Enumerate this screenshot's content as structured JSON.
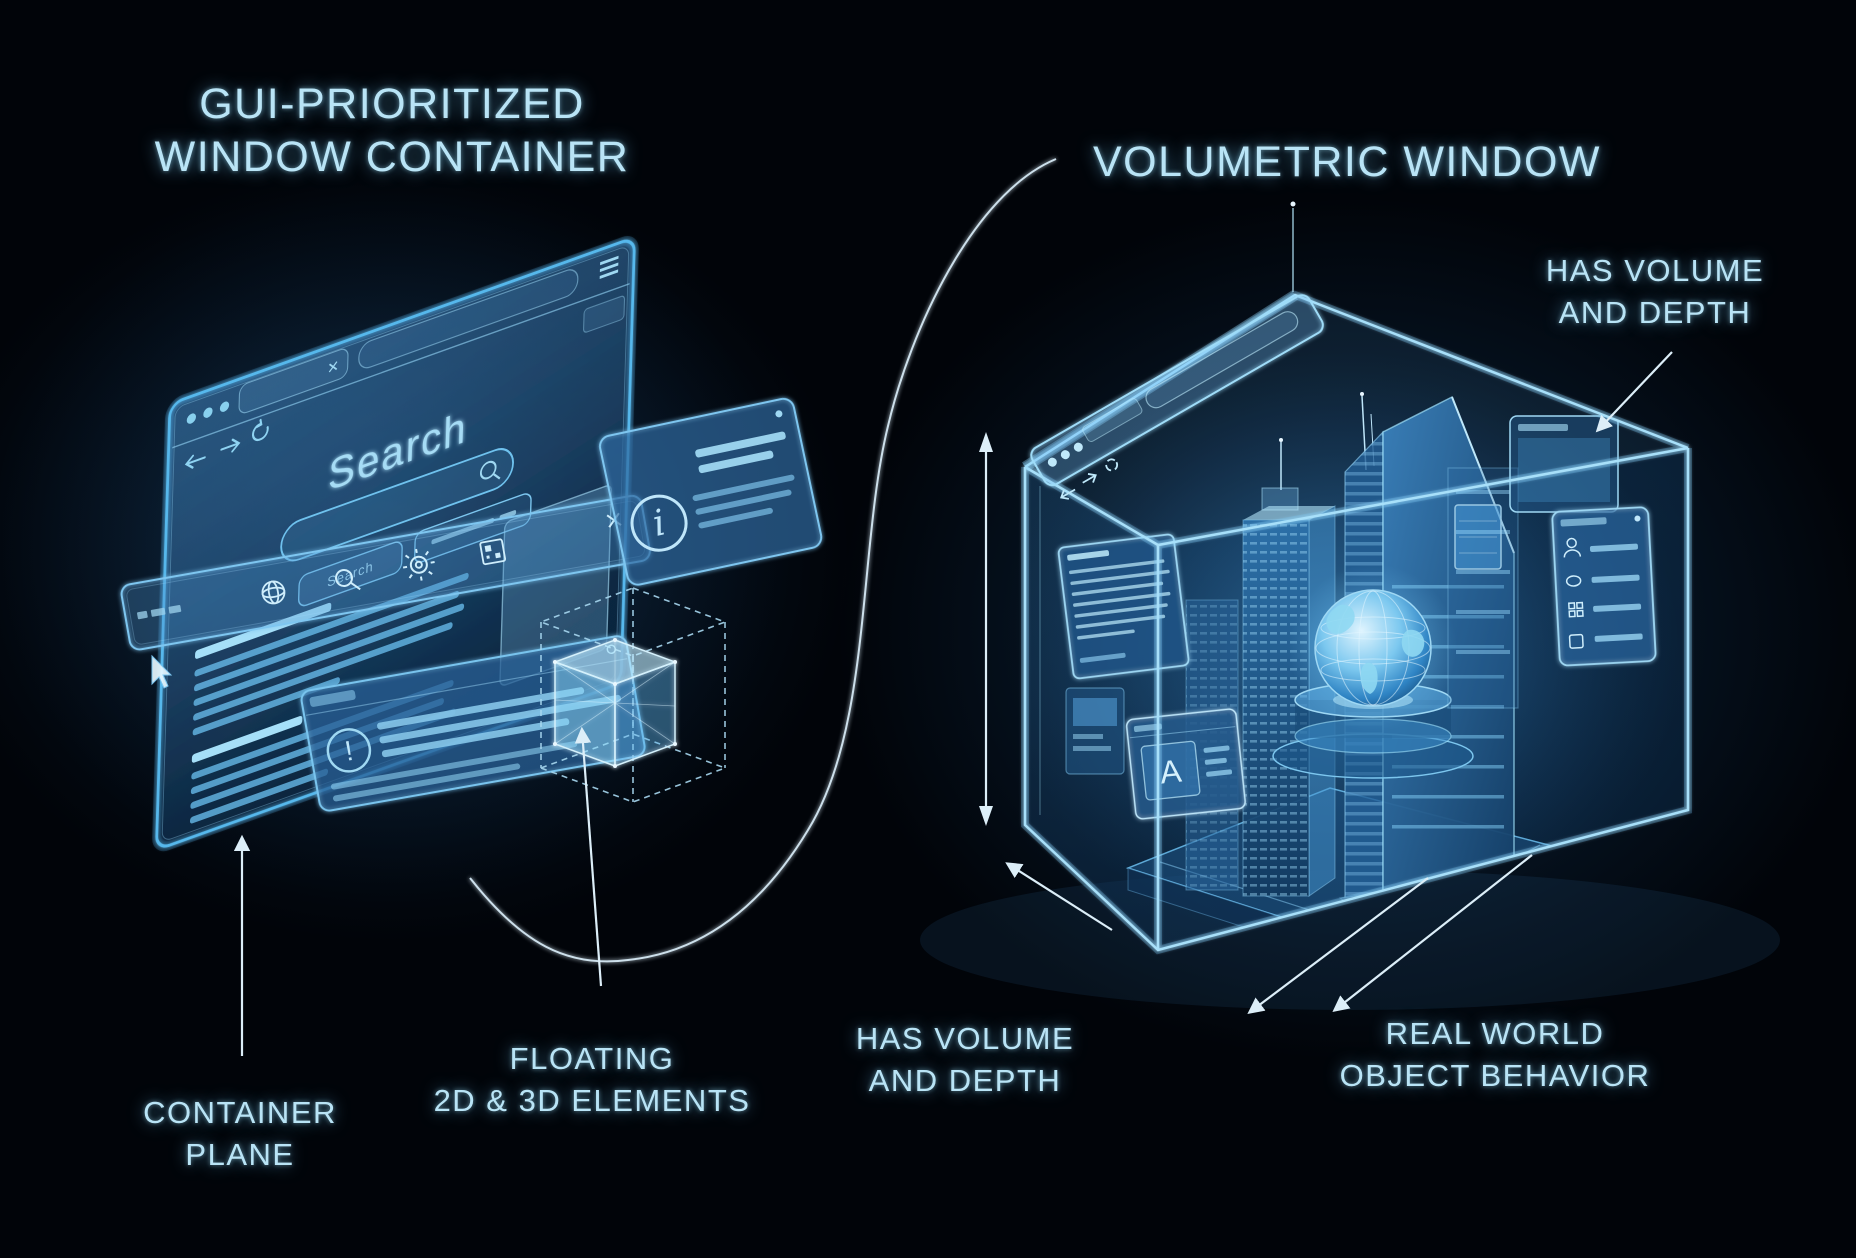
{
  "titles": {
    "left_line1": "GUI-PRIORITIZED",
    "left_line2": "WINDOW CONTAINER",
    "right": "VOLUMETRIC WINDOW"
  },
  "left_window": {
    "search_heading": "Search",
    "search_button": "Search"
  },
  "annotations": {
    "container_plane": [
      "CONTAINER",
      "PLANE"
    ],
    "floating_elements": [
      "FLOATING",
      "2D & 3D ELEMENTS"
    ],
    "volume_top": [
      "HAS VOLUME",
      "AND DEPTH"
    ],
    "volume_bottom": [
      "HAS VOLUME",
      "AND DEPTH"
    ],
    "real_world": [
      "REAL WORLD",
      "OBJECT BEHAVIOR"
    ]
  },
  "icons": {
    "info": "i",
    "alert": "!",
    "app_letter": "A"
  },
  "colors": {
    "background": "#010409",
    "edge_blue": "#a8e0fa",
    "text_blue": "#b9e4f6",
    "line_blue": "#dceef8",
    "fill_blue": "#1b4f7d"
  }
}
